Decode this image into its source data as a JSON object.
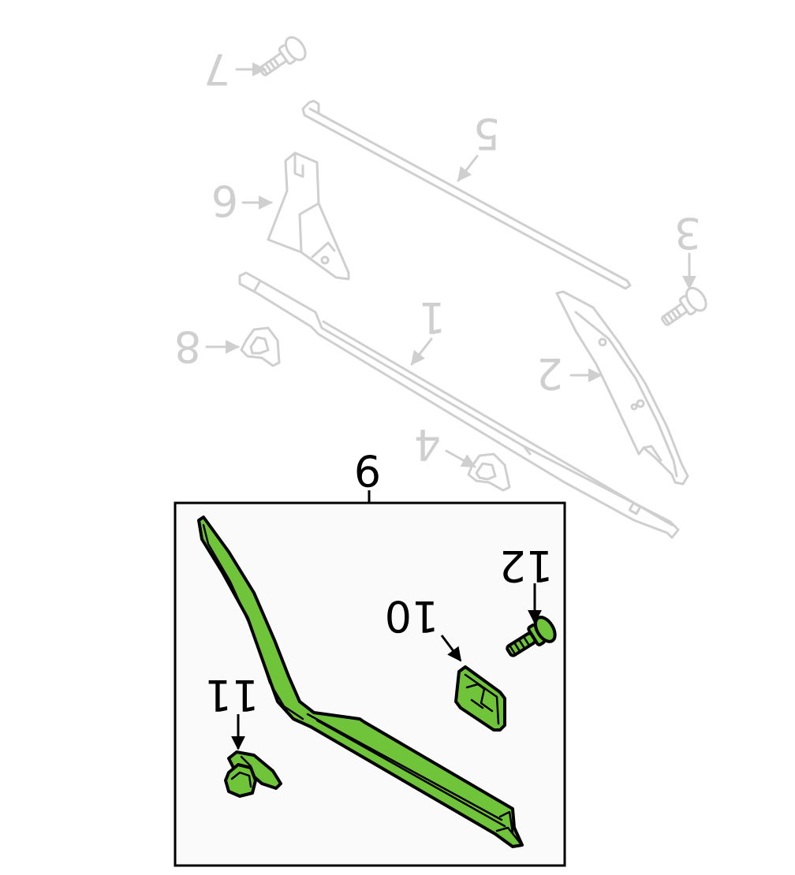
{
  "colors": {
    "background": "#ffffff",
    "ghost": "#cfcfcf",
    "part_fill": "#6fc43a",
    "part_stroke": "#000000",
    "box_fill": "#fafafa",
    "box_stroke": "#000000",
    "label_active": "#000000"
  },
  "callouts": {
    "c1": "1",
    "c2": "2",
    "c3": "3",
    "c4": "4",
    "c5": "5",
    "c6": "6",
    "c7": "7",
    "c8": "8",
    "c9": "9",
    "c10": "10",
    "c11": "11",
    "c12": "12"
  }
}
